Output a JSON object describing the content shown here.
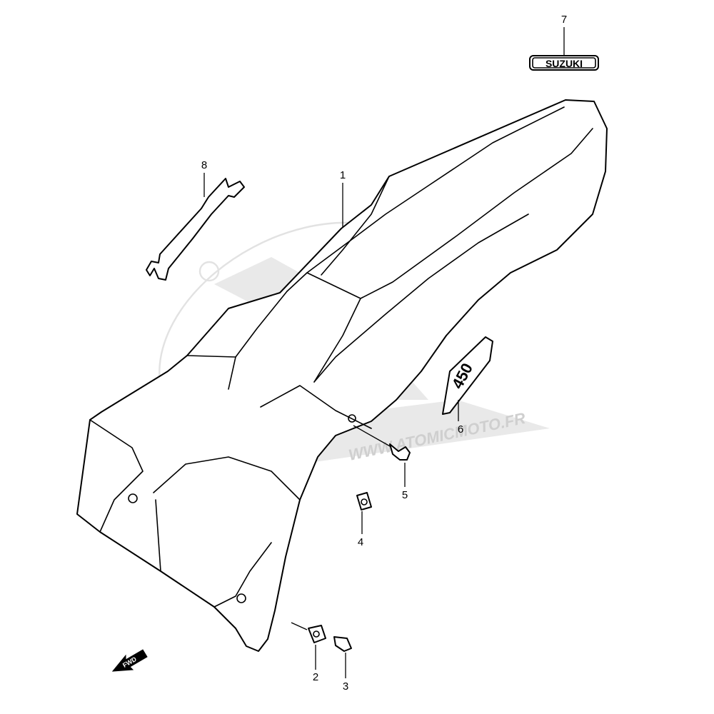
{
  "callouts": [
    {
      "id": "1",
      "label": "1"
    },
    {
      "id": "2",
      "label": "2"
    },
    {
      "id": "3",
      "label": "3"
    },
    {
      "id": "4",
      "label": "4"
    },
    {
      "id": "5",
      "label": "5"
    },
    {
      "id": "6",
      "label": "6"
    },
    {
      "id": "7",
      "label": "7"
    },
    {
      "id": "8",
      "label": "8"
    }
  ],
  "emblem": {
    "text": "SUZUKI"
  },
  "badge": {
    "text": "450"
  },
  "fwd": {
    "text": "FWD"
  },
  "watermark": {
    "text": "WWW.ATOMICMOTO.FR"
  },
  "colors": {
    "line": "#000000",
    "background": "#ffffff",
    "watermark": "#e2e2e2"
  }
}
